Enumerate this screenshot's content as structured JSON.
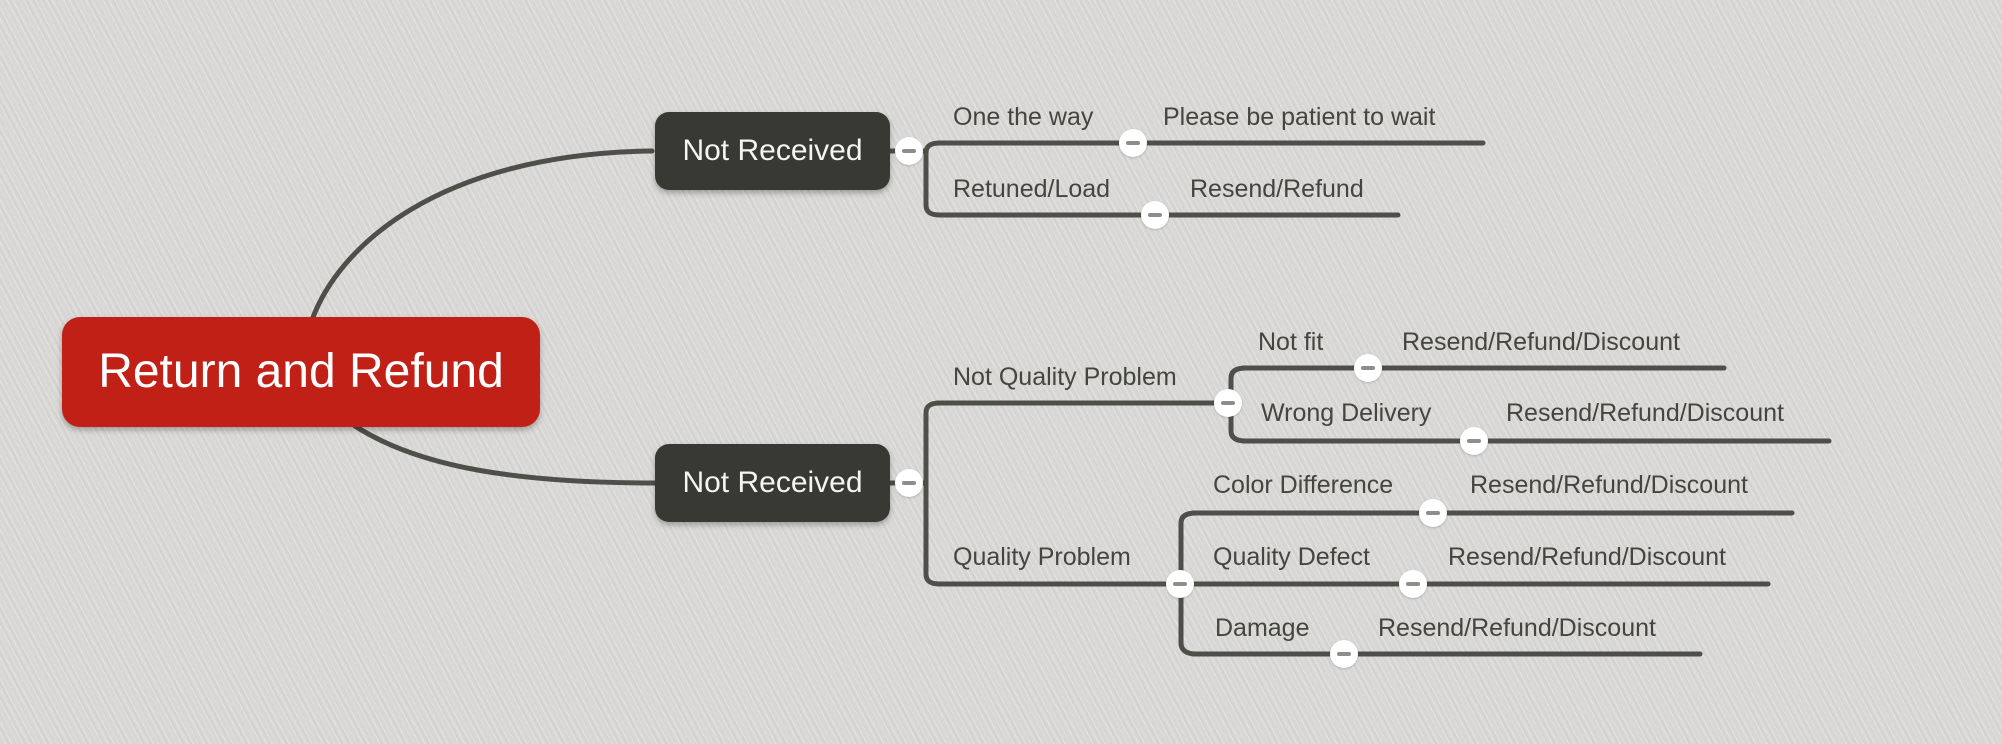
{
  "root": {
    "label": "Return and Refund"
  },
  "branches": [
    {
      "label": "Not Received",
      "children": [
        {
          "label": "One the way",
          "leaf": "Please be patient to wait"
        },
        {
          "label": "Retuned/Load",
          "leaf": "Resend/Refund"
        }
      ]
    },
    {
      "label": "Not Received",
      "children": [
        {
          "label": "Not Quality Problem",
          "children": [
            {
              "label": "Not fit",
              "leaf": "Resend/Refund/Discount"
            },
            {
              "label": "Wrong Delivery",
              "leaf": "Resend/Refund/Discount"
            }
          ]
        },
        {
          "label": "Quality Problem",
          "children": [
            {
              "label": "Color Difference",
              "leaf": "Resend/Refund/Discount"
            },
            {
              "label": "Quality Defect",
              "leaf": "Resend/Refund/Discount"
            },
            {
              "label": "Damage",
              "leaf": "Resend/Refund/Discount"
            }
          ]
        }
      ]
    }
  ],
  "icons": {
    "collapse": "minus-icon"
  },
  "colors": {
    "canvas_background": "#d8d7d5",
    "root_node": "#c02016",
    "branch_node": "#393934",
    "connector_line": "#4f4f4a",
    "label_text": "#45453f",
    "node_text": "#ffffff",
    "collapse_minus": "#8e8e89"
  }
}
